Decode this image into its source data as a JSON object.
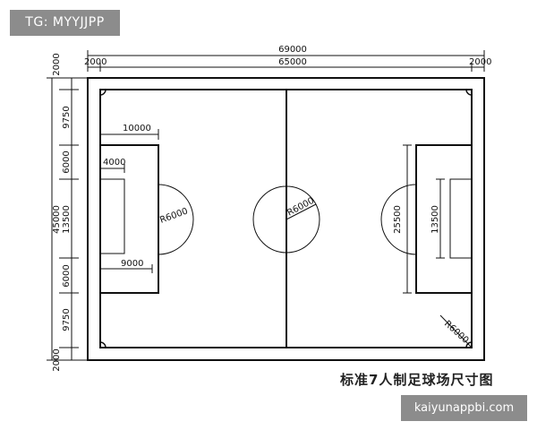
{
  "badges": {
    "tg": "TG: MYYJJPP",
    "site": "kaiyunappbi.com"
  },
  "caption": "标准7人制足球场尺寸图",
  "dimensions": {
    "total_length": "69000",
    "field_length": "65000",
    "end_margin_left": "2000",
    "end_margin_right": "2000",
    "total_width": "45000",
    "side_margin_top": "2000",
    "side_margin_bottom": "2000",
    "left_segments": [
      "9750",
      "6000",
      "13500",
      "6000",
      "9750"
    ],
    "penalty_depth": "10000",
    "goal_area_depth": "4000",
    "penalty_spot": "9000",
    "penalty_arc_radius": "R6000",
    "center_circle_radius": "R6000",
    "corner_radius": "R6000",
    "penalty_area_width": "25500",
    "goal_area_width": "13500"
  },
  "colors": {
    "line": "#111111",
    "badge_bg": "#8c8c8c",
    "badge_text": "#ffffff"
  }
}
